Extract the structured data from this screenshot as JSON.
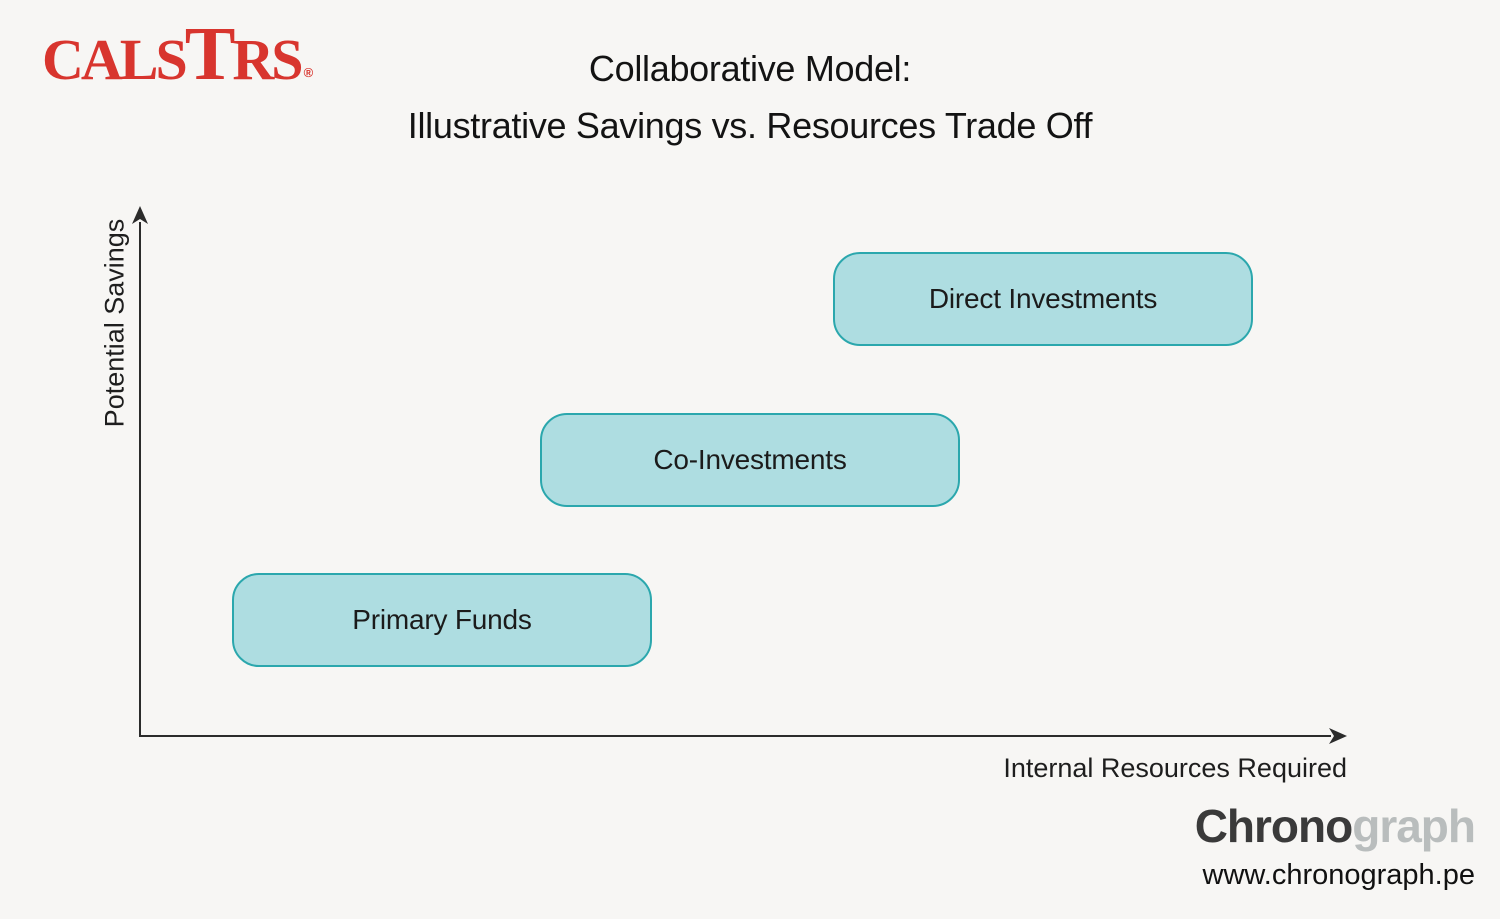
{
  "header": {
    "logo": {
      "name": "CALSTRS",
      "part_pre": "CALS",
      "part_t": "T",
      "part_post": "RS",
      "registered_mark": "®",
      "color": "#d8352e"
    },
    "title_line1": "Collaborative Model:",
    "title_line2": "Illustrative Savings vs. Resources Trade Off"
  },
  "diagram": {
    "y_axis_label": "Potential Savings",
    "x_axis_label": "Internal Resources Required",
    "axis_color": "#2b2b2b",
    "node_fill": "#aedde1",
    "node_border": "#2ba7ad",
    "nodes": [
      {
        "label": "Primary Funds",
        "savings_level": "low",
        "resources_level": "low"
      },
      {
        "label": "Co-Investments",
        "savings_level": "medium",
        "resources_level": "medium"
      },
      {
        "label": "Direct Investments",
        "savings_level": "high",
        "resources_level": "high"
      }
    ]
  },
  "footer": {
    "brand_dark": "Chrono",
    "brand_light": "graph",
    "brand_dark_color": "#3a3a3a",
    "brand_light_color": "#b9bdbd",
    "website": "www.chronograph.pe"
  }
}
